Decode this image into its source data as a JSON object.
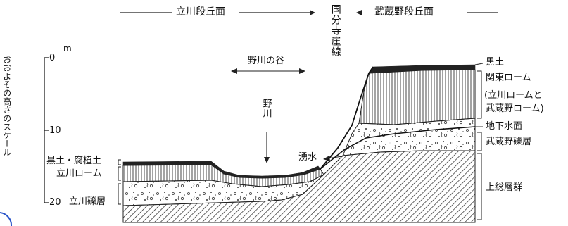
{
  "diagram": {
    "top_labels": {
      "left_terrace": "立川段丘面",
      "cliff_line": "国分寺崖線",
      "right_terrace": "武蔵野段丘面"
    },
    "scale": {
      "title": "おおよその高さのスケール",
      "unit": "m",
      "ticks": [
        "0",
        "10",
        "20"
      ]
    },
    "valley": {
      "label": "野川の谷",
      "river": "野川"
    },
    "left_layers": {
      "black_soil": "黒土・腐植土",
      "tachikawa_loam": "立川ローム",
      "tachikawa_gravel": "立川礫層"
    },
    "spring": "湧水",
    "right_layers": {
      "black_soil": "黒土",
      "kanto_loam": "関東ローム",
      "loam_note_1": "(立川ロームと",
      "loam_note_2": "武蔵野ローム)",
      "groundwater": "地下水面",
      "musashino_gravel": "武蔵野礫層",
      "kazusa_group": "上総層群"
    }
  }
}
